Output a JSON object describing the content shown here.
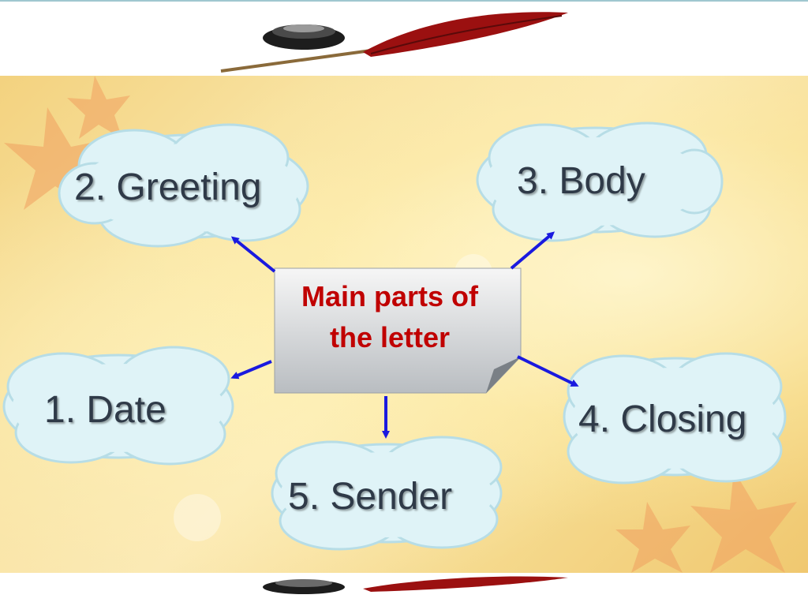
{
  "diagram": {
    "center": {
      "line1": "Main parts of",
      "line2": "the letter"
    },
    "parts": [
      {
        "label": "1. Date"
      },
      {
        "label": "2. Greeting"
      },
      {
        "label": "3. Body"
      },
      {
        "label": "4. Closing"
      },
      {
        "label": "5. Sender"
      }
    ]
  },
  "colors": {
    "cloud_fill": "#dff3f7",
    "cloud_stroke": "#b7dde6",
    "arrow": "#1a1adf",
    "center_text": "#c00000",
    "cloud_text": "#2f3a48"
  }
}
